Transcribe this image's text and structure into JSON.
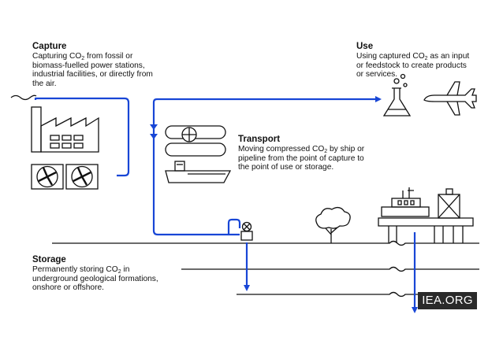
{
  "capture": {
    "heading": "Capture",
    "body_lines": [
      [
        "Capturing CO",
        "2",
        " from fossil or"
      ],
      [
        "biomass-fuelled power stations,"
      ],
      [
        "industrial facilities, or directly from"
      ],
      [
        "the air."
      ]
    ]
  },
  "use": {
    "heading": "Use",
    "body_lines": [
      [
        "Using captured CO",
        "2",
        " as an input"
      ],
      [
        "or feedstock to create products"
      ],
      [
        "or services."
      ]
    ]
  },
  "transport": {
    "heading": "Transport",
    "body_lines": [
      [
        "Moving compressed CO",
        "2",
        " by ship or"
      ],
      [
        "pipeline from the point of capture to"
      ],
      [
        "the point of use or storage."
      ]
    ]
  },
  "storage": {
    "heading": "Storage",
    "body_lines": [
      [
        "Permanently storing CO",
        "2",
        " in"
      ],
      [
        "underground geological formations,"
      ],
      [
        "onshore or offshore."
      ]
    ]
  },
  "watermark": "IEA.ORG",
  "icons": [
    "factory-icon",
    "fan-icon",
    "flask-icon",
    "airplane-icon",
    "pipeline-icon",
    "ship-icon",
    "valve-icon",
    "tree-icon",
    "offshore-platform-icon"
  ],
  "colors": {
    "flow": "#1846d6",
    "ink": "#111111",
    "watermark_bg": "#2a2a2a"
  }
}
